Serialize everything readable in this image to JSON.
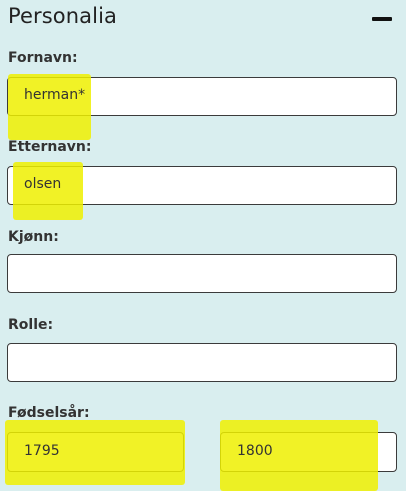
{
  "section": {
    "title": "Personalia"
  },
  "fields": {
    "first_name": {
      "label": "Fornavn:",
      "value": "herman*"
    },
    "last_name": {
      "label": "Etternavn:",
      "value": "olsen"
    },
    "gender": {
      "label": "Kjønn:",
      "value": ""
    },
    "role": {
      "label": "Rolle:",
      "value": ""
    },
    "birth_year": {
      "label": "Fødselsår:",
      "from": "1795",
      "to": "1800"
    }
  },
  "colors": {
    "background": "#d9eeef",
    "highlight": "#eef000",
    "input_border": "#3b3b3b"
  },
  "icons": {
    "collapse": "minus-icon"
  }
}
